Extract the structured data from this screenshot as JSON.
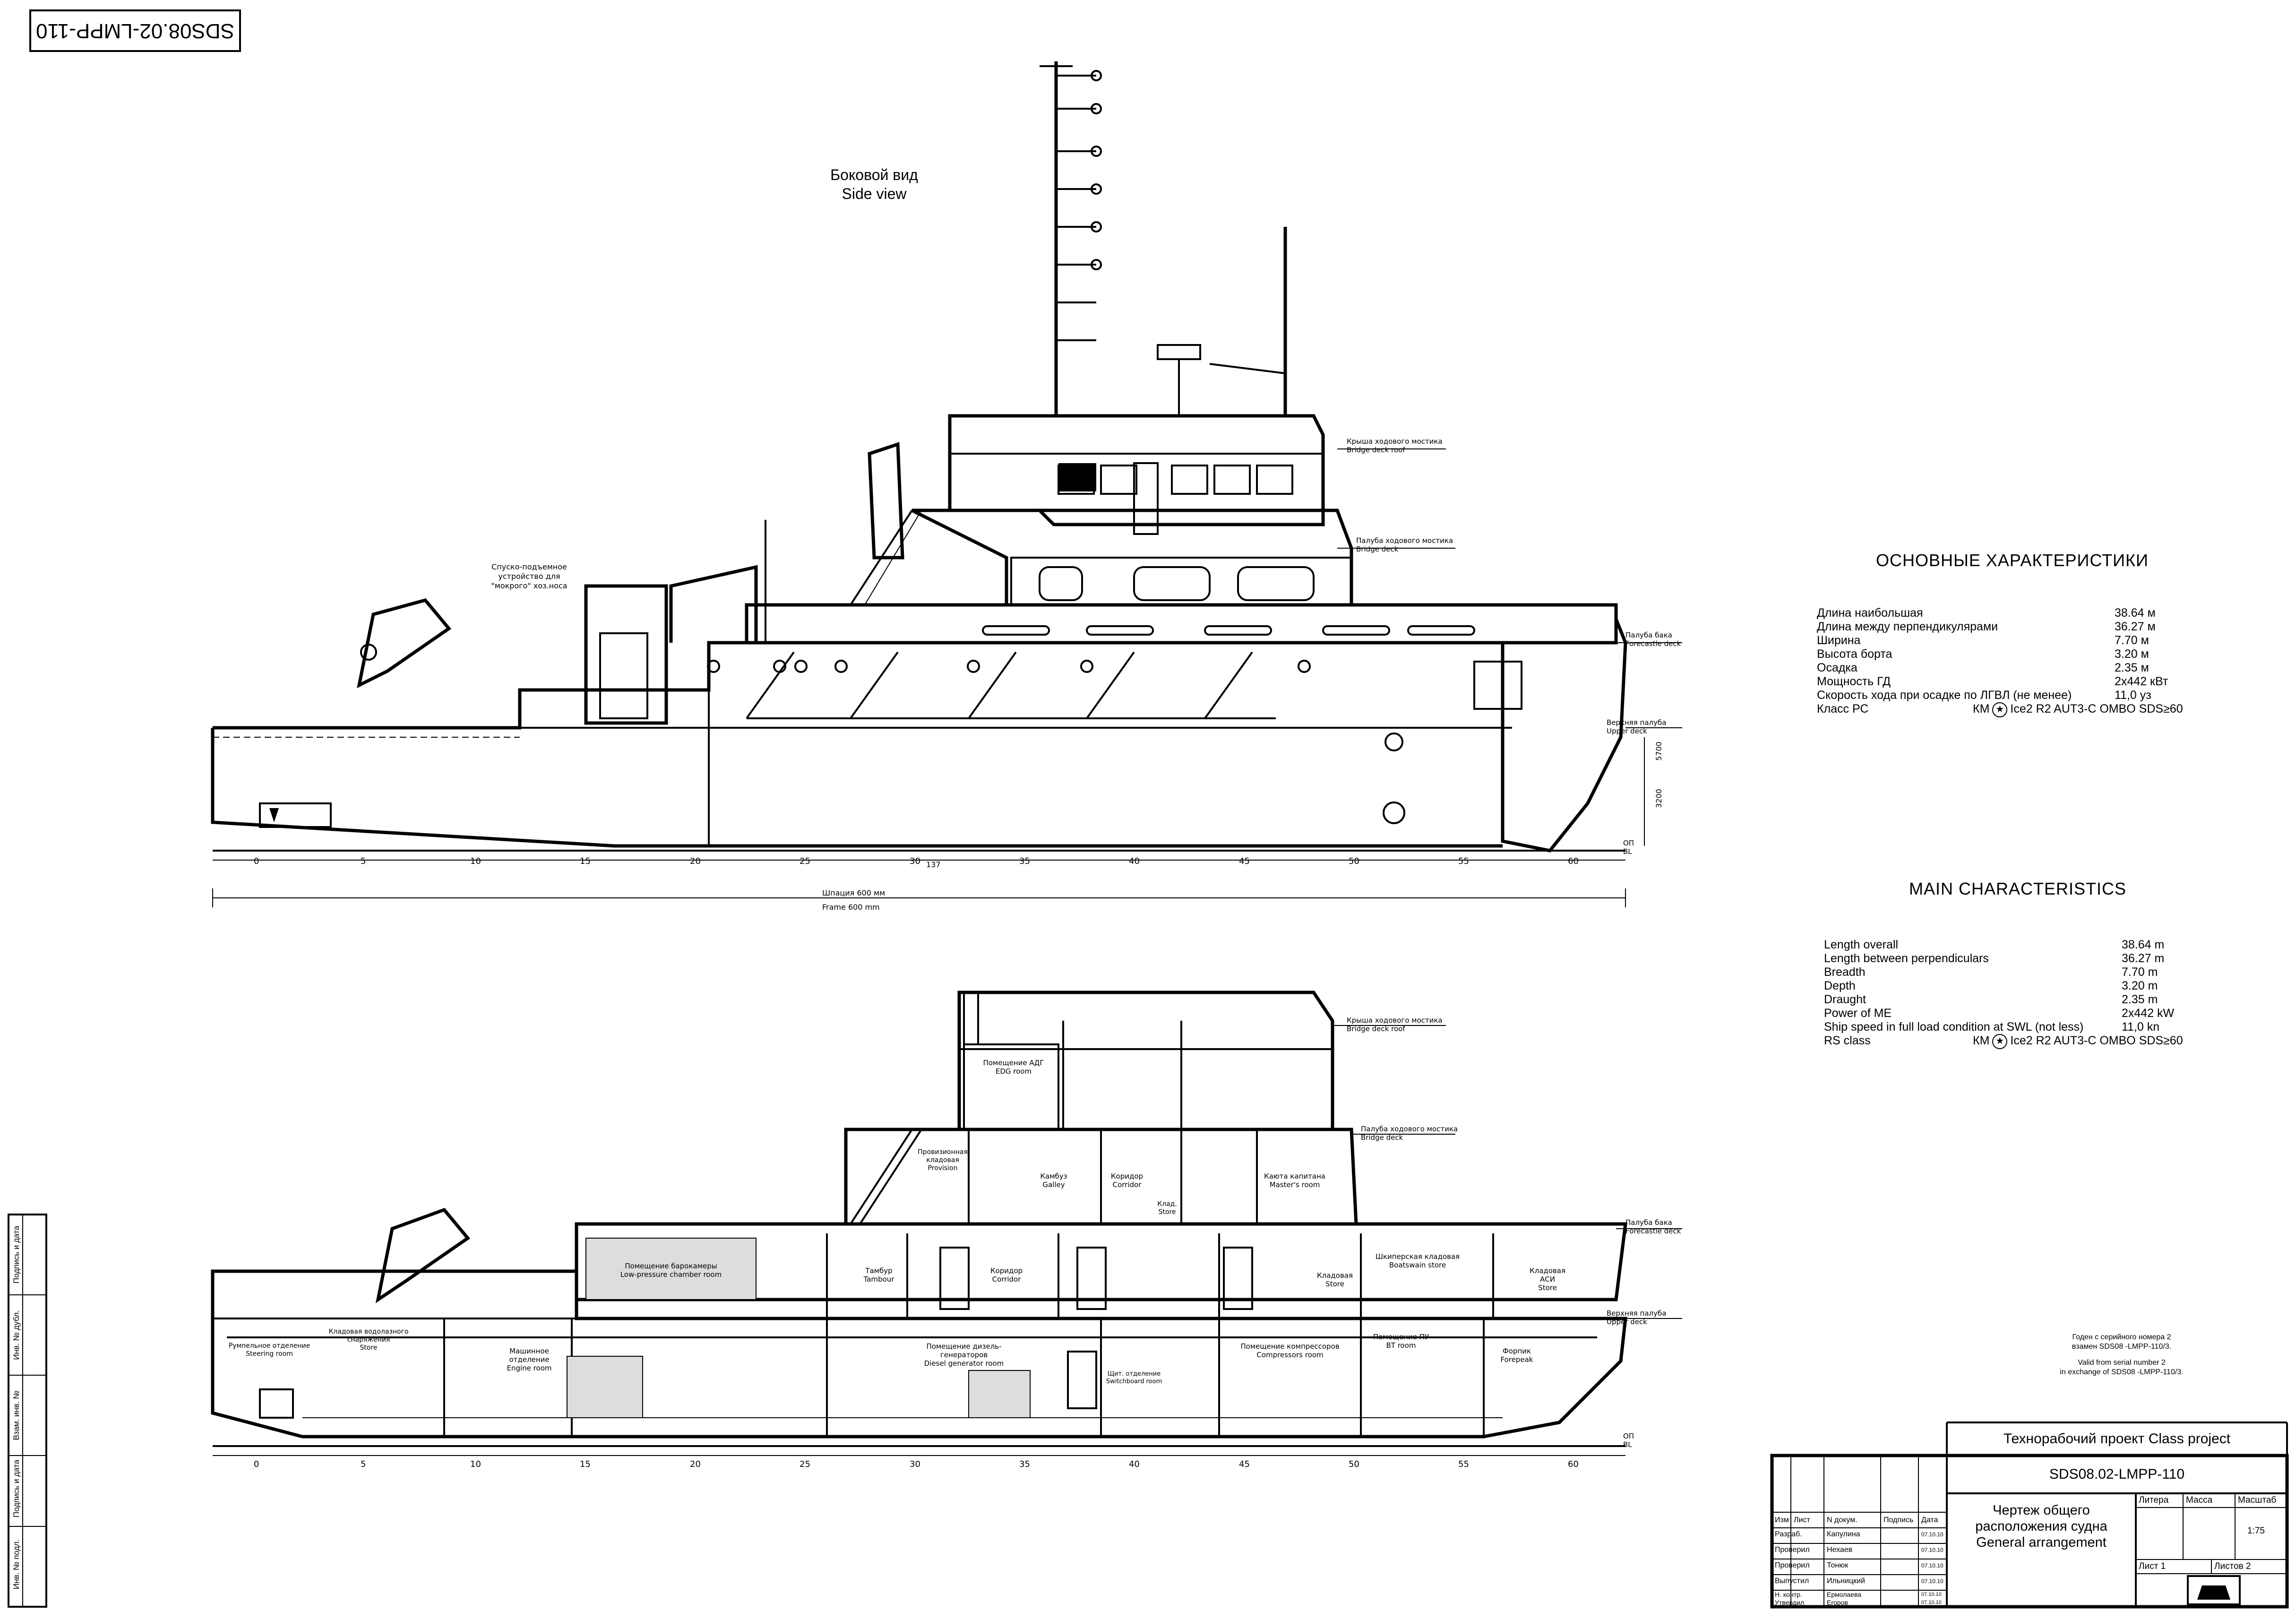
{
  "drawing_code_stamp": "SDS08.02-LMPP-110",
  "views": {
    "side": {
      "title_ru": "Боковой вид",
      "title_en": "Side view"
    }
  },
  "main_characteristics_ru": {
    "heading": "ОСНОВНЫЕ ХАРАКТЕРИСТИКИ",
    "rows": [
      {
        "k": "Длина наибольшая",
        "v": "38.64 м"
      },
      {
        "k": "Длина между перпендикулярами",
        "v": "36.27 м"
      },
      {
        "k": "Ширина",
        "v": "7.70 м"
      },
      {
        "k": "Высота борта",
        "v": "3.20 м"
      },
      {
        "k": "Осадка",
        "v": "2.35 м"
      },
      {
        "k": "Мощность ГД",
        "v": "2x442 кВт"
      },
      {
        "k": "Скорость хода при осадке по ЛГВЛ (не менее)",
        "v": "11,0 уз"
      }
    ],
    "class_label": "Класс РС",
    "class_prefix": "КМ",
    "class_value": "Ice2 R2 AUT3-C OMBO SDS≥60"
  },
  "main_characteristics_en": {
    "heading": "MAIN CHARACTERISTICS",
    "rows": [
      {
        "k": "Length overall",
        "v": "38.64 m"
      },
      {
        "k": "Length between perpendiculars",
        "v": "36.27 m"
      },
      {
        "k": "Breadth",
        "v": "7.70 m"
      },
      {
        "k": "Depth",
        "v": "3.20 m"
      },
      {
        "k": "Draught",
        "v": "2.35 m"
      },
      {
        "k": "Power of ME",
        "v": "2x442 kW"
      },
      {
        "k": "Ship speed in full load condition at SWL (not less)",
        "v": "11,0 kn"
      }
    ],
    "class_label": "RS class",
    "class_prefix": "КМ",
    "class_value": "Ice2 R2 AUT3-C OMBO SDS≥60"
  },
  "validity_note": {
    "ru1": "Годен с серийного номера 2",
    "ru2": "взамен SDS08 -LMPP-110/3.",
    "en1": "Valid from serial number 2",
    "en2": "in exchange of SDS08 -LMPP-110/3."
  },
  "deck_labels": {
    "bridge_roof_ru": "Крыша ходового мостика",
    "bridge_roof_en": "Bridge deck roof",
    "bridge_deck_ru": "Палуба ходового мостика",
    "bridge_deck_en": "Bridge deck",
    "forecastle_ru": "Палуба бака",
    "forecastle_en": "Forecastle deck",
    "upper_ru": "Верхняя палуба",
    "upper_en": "Upper deck",
    "op": "ОП",
    "bl": "BL"
  },
  "side_view_labels": {
    "boat_davit_1": "Спуско-подъемное",
    "boat_davit_2": "устройство для",
    "boat_davit_3": "\"мокрого\" хоз.носа",
    "spacing_ru": "Шпация 600 мм",
    "spacing_en": "Frame 600 mm",
    "dim_137": "137",
    "dim_5700": "5700",
    "dim_3200": "3200"
  },
  "frame_numbers": [
    "0",
    "5",
    "10",
    "15",
    "20",
    "25",
    "30",
    "35",
    "40",
    "45",
    "50",
    "55",
    "60"
  ],
  "rooms": {
    "edg_ru": "Помещение АДГ",
    "edg_en": "EDG room",
    "prov_ru": "Провизионная кладовая",
    "prov_en": "Provision",
    "galley_ru": "Камбуз",
    "galley_en": "Galley",
    "corr1_ru": "Коридор",
    "corr1_en": "Corridor",
    "klad_ru": "Клад.",
    "klad_en": "Store",
    "master_ru": "Каюта капитана",
    "master_en": "Master's room",
    "lowp_ru": "Помещение барокамеры",
    "lowp_en": "Low-pressure chamber room",
    "tambour_ru": "Тамбур",
    "tambour_en": "Tambour",
    "corr2_ru": "Коридор",
    "corr2_en": "Corridor",
    "store2_ru": "Кладовая",
    "store2_en": "Store",
    "bosun_ru": "Шкиперская кладовая",
    "bosun_en": "Boatswain store",
    "adsh_ru": "Кладовая АСИ",
    "adsh_en": "Store",
    "steer_ru": "Румпельное отделение",
    "steer_en": "Steering room",
    "diving_ru": "Кладовая водолазного снаряжения",
    "diving_en": "Store",
    "engine_ru": "Машинное отделение",
    "engine_en": "Engine room",
    "dg_ru": "Помещение дизель-генераторов",
    "dg_en": "Diesel generator room",
    "sw_ru": "Щит. отделение",
    "sw_en": "Switchboard room",
    "comp_ru": "Помещение компрессоров",
    "comp_en": "Compressors room",
    "bt_ru": "Помещение ПУ",
    "bt_en": "BT room",
    "forepeak_ru": "Форпик",
    "forepeak_en": "Forepeak"
  },
  "title_block": {
    "project": "Технорабочий проект  Class project",
    "code": "SDS08.02-LMPP-110",
    "title_ru1": "Чертеж общего",
    "title_ru2": "расположения судна",
    "title_en": "General arrangement",
    "col_litera": "Литера",
    "col_mass": "Масса",
    "col_scale": "Масштаб",
    "scale": "1:75",
    "sheet": "Лист  1",
    "sheets": "Листов  2",
    "header_cells": [
      "Изм",
      "Лист",
      "N докум.",
      "Подпись",
      "Дата"
    ],
    "people": [
      {
        "role": "Разраб.",
        "name": "Капулина",
        "date": "07.10.10"
      },
      {
        "role": "Проверил",
        "name": "Нехаев",
        "date": "07.10.10"
      },
      {
        "role": "Проверил",
        "name": "Тонюк",
        "date": "07.10.10"
      },
      {
        "role": "Выпустил",
        "name": "Ильницкий",
        "date": "07.10.10"
      },
      {
        "role": "Н. контр.",
        "name": "Ермолаева",
        "date": "07.10.10"
      },
      {
        "role": "Утвердил",
        "name": "Егоров",
        "date": "07.10.10"
      }
    ]
  },
  "left_margin_stamp": [
    "Инв. № подл.",
    "Подпись и дата",
    "Взам. инв. №",
    "Инв. № дубл.",
    "Подпись и дата"
  ]
}
